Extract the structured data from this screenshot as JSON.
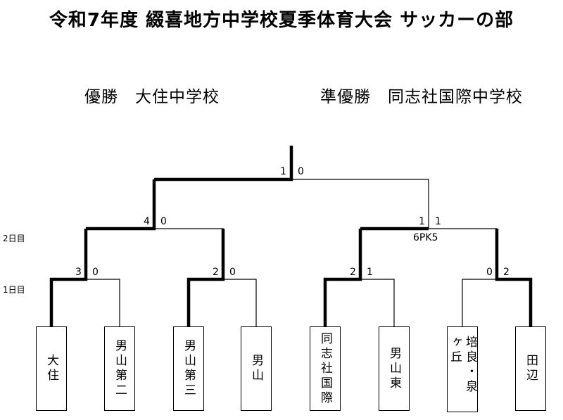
{
  "title": "令和7年度 綴喜地方中学校夏季体育大会 サッカーの部",
  "results": {
    "winner_label": "優勝　大住中学校",
    "runner_up_label": "準優勝　同志社国際中学校"
  },
  "day_labels": {
    "day2": "2日目",
    "day1": "1日目"
  },
  "teams": [
    {
      "name": "大住"
    },
    {
      "name": "男山第二"
    },
    {
      "name": "男山第三"
    },
    {
      "name": "男山"
    },
    {
      "name": "同志社国際"
    },
    {
      "name": "男山東"
    },
    {
      "name": "培良・泉ヶ丘"
    },
    {
      "name": "田辺"
    }
  ],
  "matches": {
    "r1": [
      {
        "left": "3",
        "right": "0"
      },
      {
        "left": "2",
        "right": "0"
      },
      {
        "left": "2",
        "right": "1"
      },
      {
        "left": "0",
        "right": "2"
      }
    ],
    "semi": [
      {
        "left": "4",
        "right": "0"
      },
      {
        "left": "1",
        "right": "1",
        "pk": "6PK5"
      }
    ],
    "final": {
      "left": "1",
      "right": "0"
    }
  }
}
